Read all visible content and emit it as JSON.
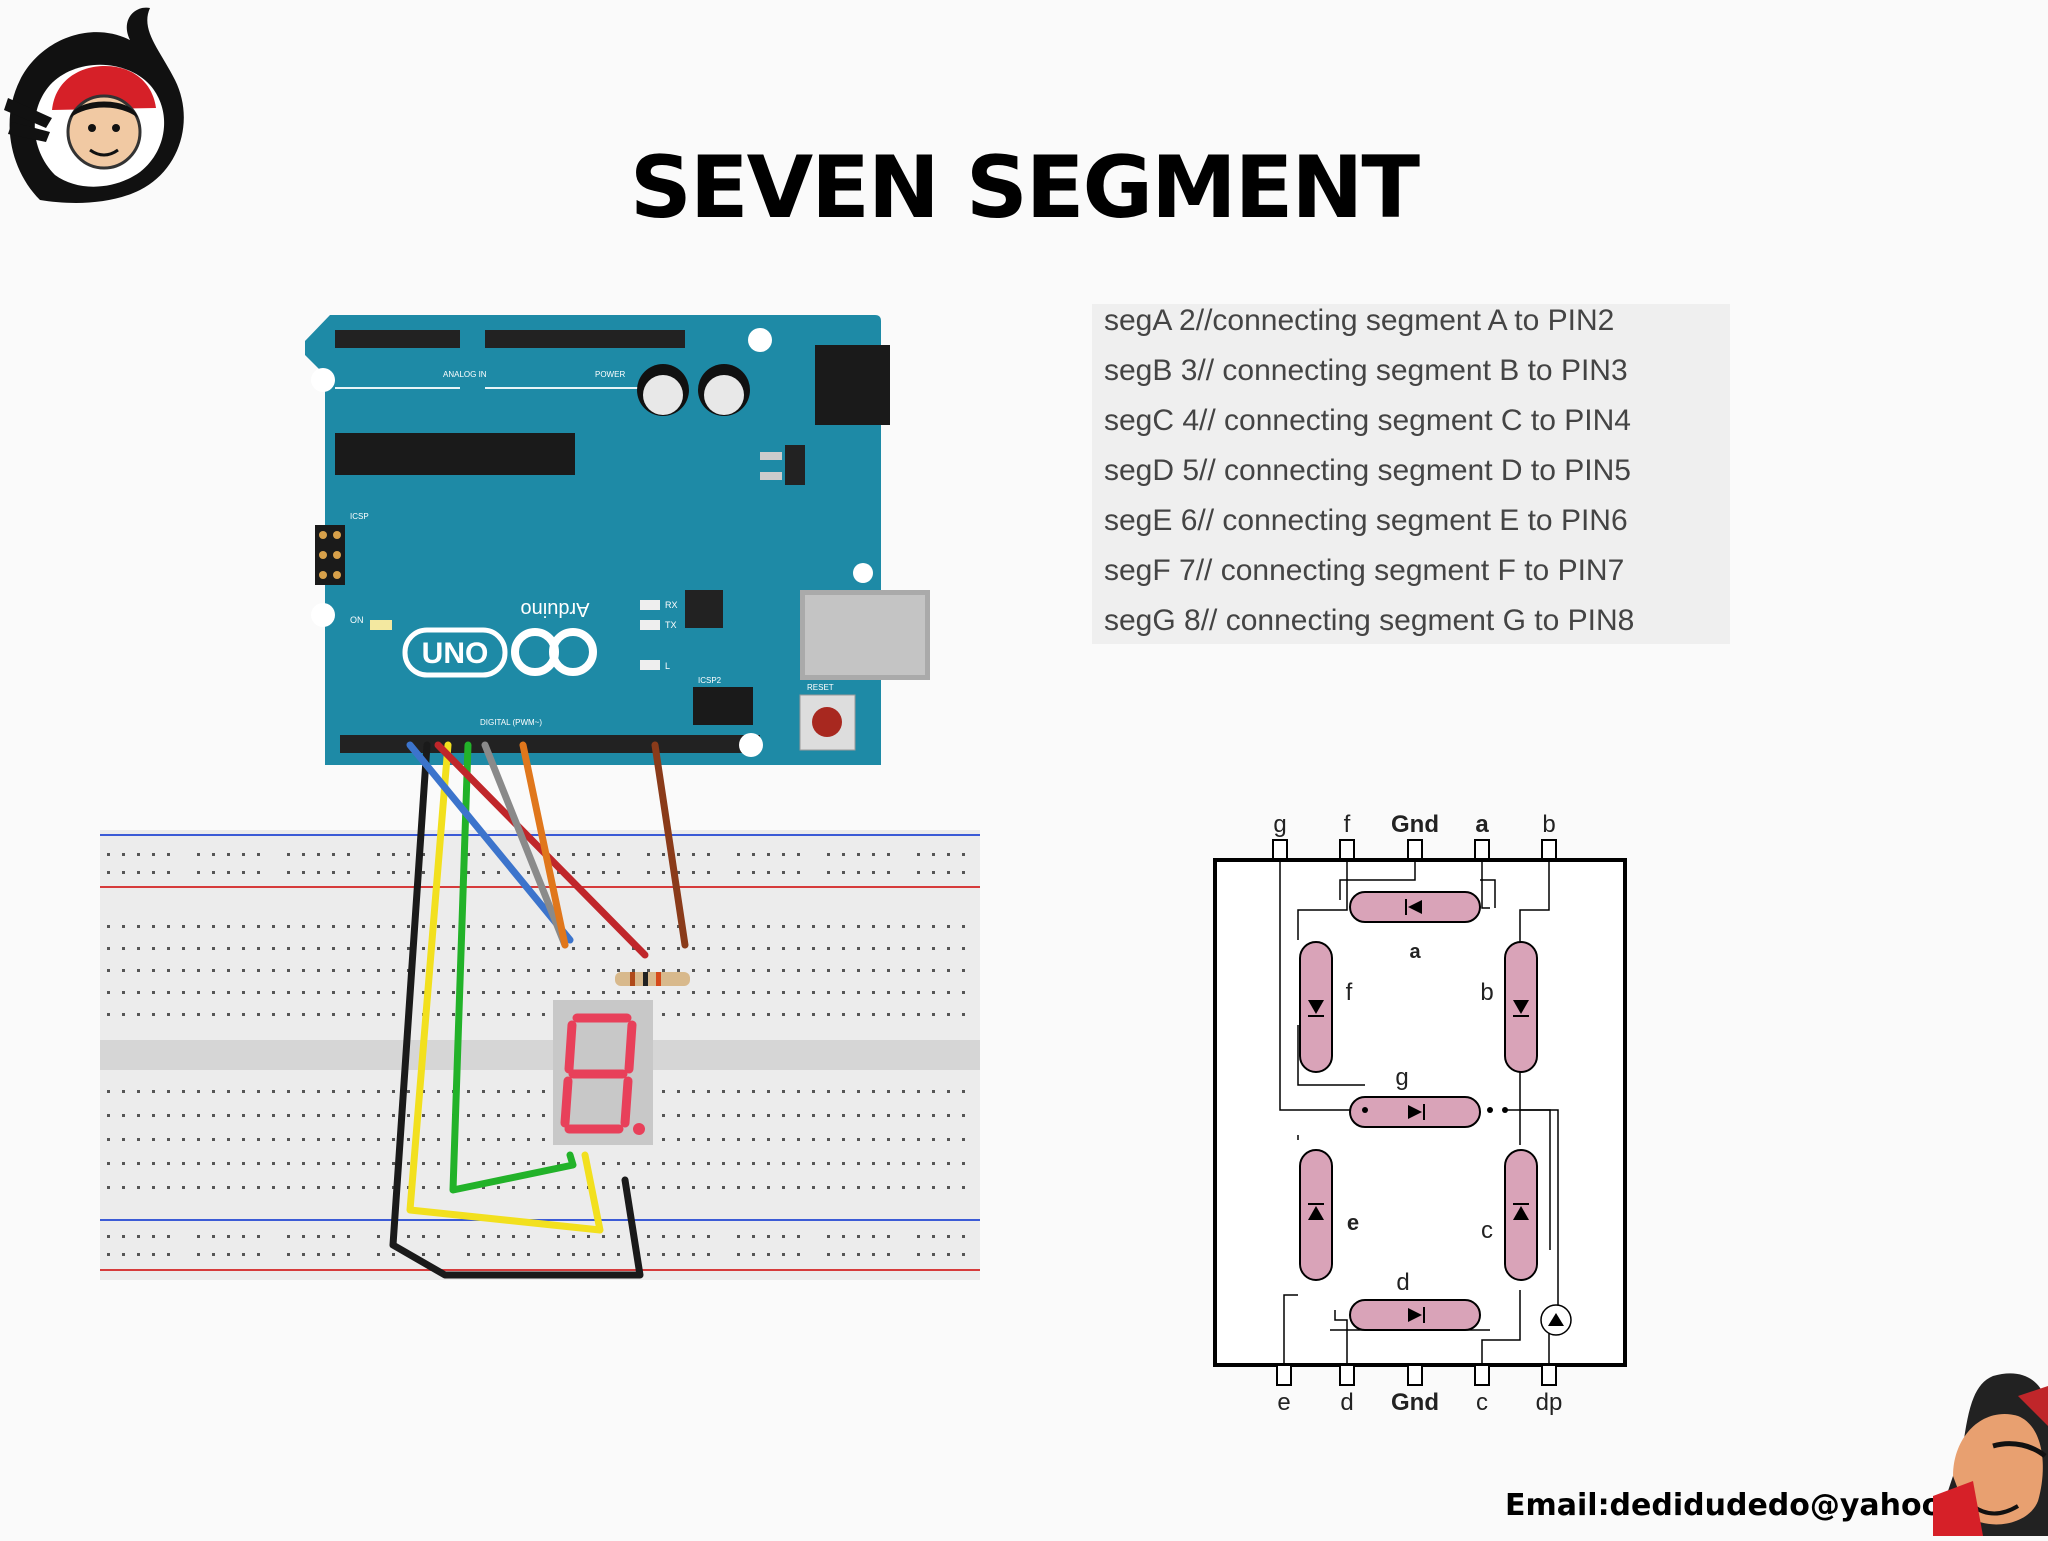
{
  "slide": {
    "title": "SEVEN SEGMENT",
    "email": "Email:dedidudedo@yahoo.com"
  },
  "code_lines": [
    "segA 2//connecting segment A to PIN2",
    "segB 3// connecting segment B to PIN3",
    "segC 4// connecting segment C to PIN4",
    "segD 5// connecting segment D to PIN5",
    "segE 6// connecting segment E to PIN6",
    "segF 7// connecting segment F to PIN7",
    "segG 8// connecting segment G to PIN8"
  ],
  "board": {
    "brand": "Arduino",
    "model": "UNO",
    "label_analog": "ANALOG IN",
    "label_power": "POWER",
    "label_digital": "DIGITAL (PWM~)",
    "label_icsp": "ICSP",
    "label_icsp2": "ICSP2",
    "label_reset": "RESET",
    "label_on": "ON",
    "label_tx": "TX",
    "label_rx": "RX",
    "label_l": "L"
  },
  "schematic": {
    "top_pins": [
      "g",
      "f",
      "Gnd",
      "a",
      "b"
    ],
    "bottom_pins": [
      "e",
      "d",
      "Gnd",
      "c",
      "dp"
    ],
    "segment_labels": {
      "a": "a",
      "b": "b",
      "c": "c",
      "d": "d",
      "e": "e",
      "f": "f",
      "g": "g"
    }
  },
  "colors": {
    "board_teal": "#1e8aa6",
    "segment_pink": "#d9a3b8",
    "display_red": "#e8405a",
    "wire_black": "#1a1a1a",
    "wire_yellow": "#f2e01e",
    "wire_green": "#22b229",
    "wire_red": "#c0262a",
    "wire_blue": "#3c74cc",
    "wire_gray": "#8a8a8a",
    "wire_orange": "#e0771c",
    "wire_brown": "#8a3b1a"
  }
}
